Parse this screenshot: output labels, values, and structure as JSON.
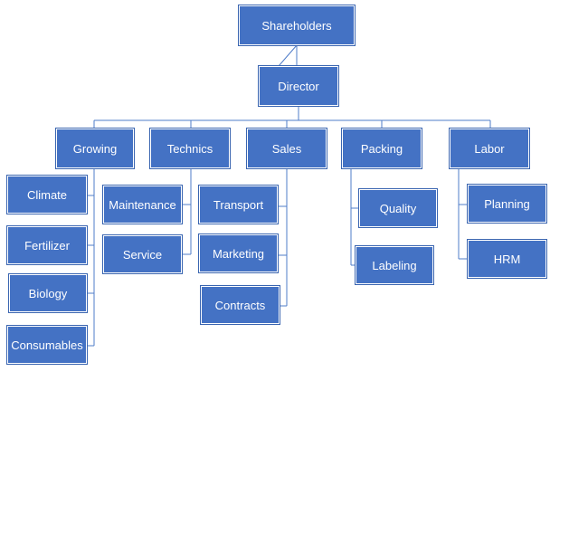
{
  "chart": {
    "top": "Shareholders",
    "director": "Director",
    "departments": [
      {
        "label": "Growing",
        "children": [
          "Climate",
          "Fertilizer",
          "Biology",
          "Consumables"
        ]
      },
      {
        "label": "Technics",
        "children": [
          "Maintenance",
          "Service"
        ]
      },
      {
        "label": "Sales",
        "children": [
          "Transport",
          "Marketing",
          "Contracts"
        ]
      },
      {
        "label": "Packing",
        "children": [
          "Quality",
          "Labeling"
        ]
      },
      {
        "label": "Labor",
        "children": [
          "Planning",
          "HRM"
        ]
      }
    ]
  },
  "colors": {
    "box": "#4472C4",
    "line": "#4f7cc8",
    "text": "#ffffff"
  }
}
